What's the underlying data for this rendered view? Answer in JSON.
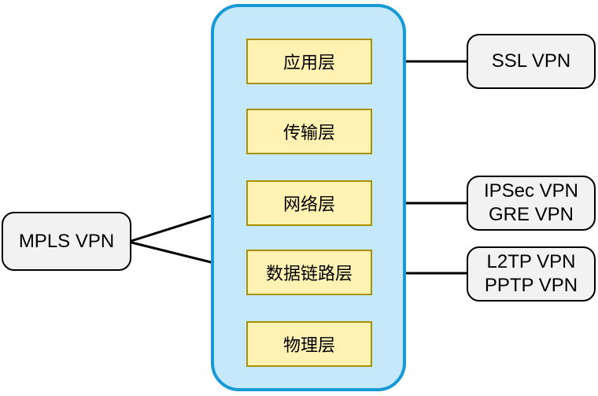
{
  "diagram": {
    "description": "VPN technologies mapped to network protocol stack layers",
    "colors": {
      "container_fill": "#c5e9fb",
      "container_border": "#1699d6",
      "layer_fill": "#fff2b3",
      "layer_border": "#a89000",
      "vpn_node_fill": "#f2f2f2",
      "vpn_node_border": "#000000",
      "arrow": "#000000",
      "background": "#ffffff"
    },
    "stack": {
      "layers": [
        {
          "id": "application",
          "label": "应用层"
        },
        {
          "id": "transport",
          "label": "传输层"
        },
        {
          "id": "network",
          "label": "网络层"
        },
        {
          "id": "datalink",
          "label": "数据链路层"
        },
        {
          "id": "physical",
          "label": "物理层"
        }
      ]
    },
    "vpn_nodes": {
      "mpls": {
        "line1": "MPLS VPN"
      },
      "ssl": {
        "line1": "SSL VPN"
      },
      "ipsec_gre": {
        "line1": "IPSec VPN",
        "line2": "GRE VPN"
      },
      "l2tp_pptp": {
        "line1": "L2TP VPN",
        "line2": "PPTP VPN"
      }
    },
    "arrows": [
      {
        "from": "SSL VPN",
        "to": "应用层"
      },
      {
        "from": "IPSec VPN / GRE VPN",
        "to": "网络层"
      },
      {
        "from": "L2TP VPN / PPTP VPN",
        "to": "数据链路层"
      },
      {
        "from": "MPLS VPN",
        "to": "网络层"
      },
      {
        "from": "MPLS VPN",
        "to": "数据链路层"
      }
    ]
  }
}
